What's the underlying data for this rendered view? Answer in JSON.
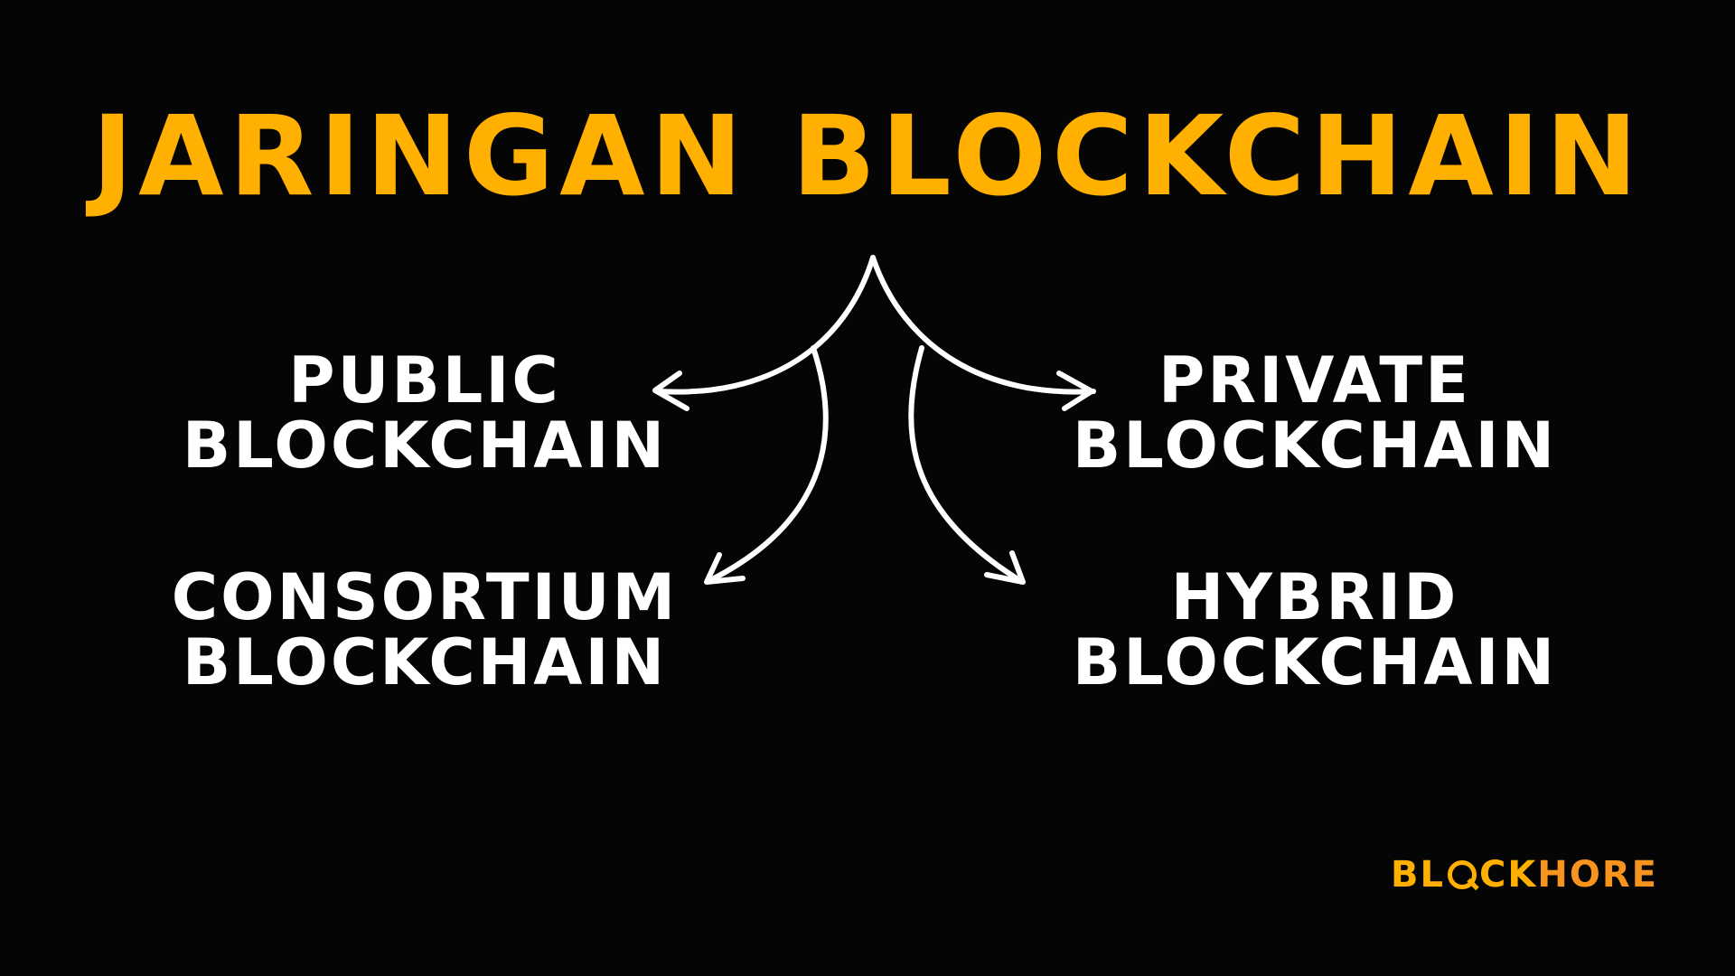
{
  "title": "JARINGAN BLOCKCHAIN",
  "nodes": {
    "public": {
      "line1": "PUBLIC",
      "line2": "BLOCKCHAIN"
    },
    "private": {
      "line1": "PRIVATE",
      "line2": "BLOCKCHAIN"
    },
    "consortium": {
      "line1": "CONSORTIUM",
      "line2": "BLOCKCHAIN"
    },
    "hybrid": {
      "line1": "HYBRID",
      "line2": "BLOCKCHAIN"
    }
  },
  "logo": {
    "part1": "BL",
    "part2": "CK",
    "part3": "HORE"
  },
  "colors": {
    "background": "#050505",
    "title": "#FFB000",
    "node_text": "#FFFFFF",
    "logo_primary": "#FFB000",
    "logo_secondary": "#F7941D"
  }
}
